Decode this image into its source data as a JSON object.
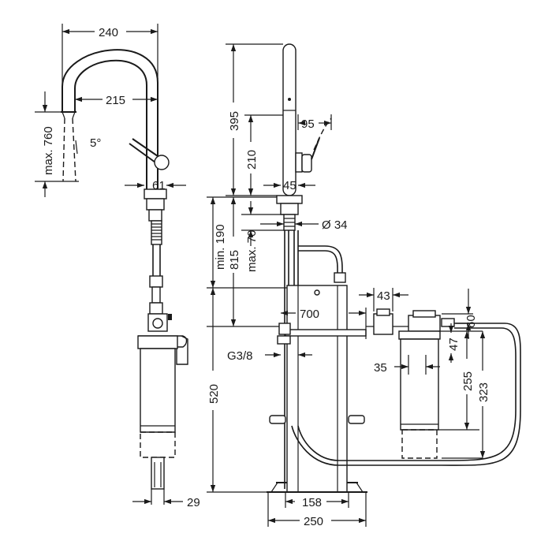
{
  "dimensions": {
    "d240": "240",
    "d215": "215",
    "d_max760": "max. 760",
    "d_5deg": "5°",
    "d61": "61",
    "d29": "29",
    "d395": "395",
    "d210": "210",
    "d95": "95",
    "d45": "45",
    "d_dia34": "Ø 34",
    "d_min190": "min. 190",
    "d815": "815",
    "d_max70": "max. 70",
    "d700": "700",
    "d43": "43",
    "d60": "60",
    "d47": "47",
    "d35": "35",
    "d255": "255",
    "d323": "323",
    "d_g38": "G3/8",
    "d520": "520",
    "d158": "158",
    "d250": "250"
  },
  "colors": {
    "line": "#1a1a1a",
    "background": "#ffffff"
  }
}
